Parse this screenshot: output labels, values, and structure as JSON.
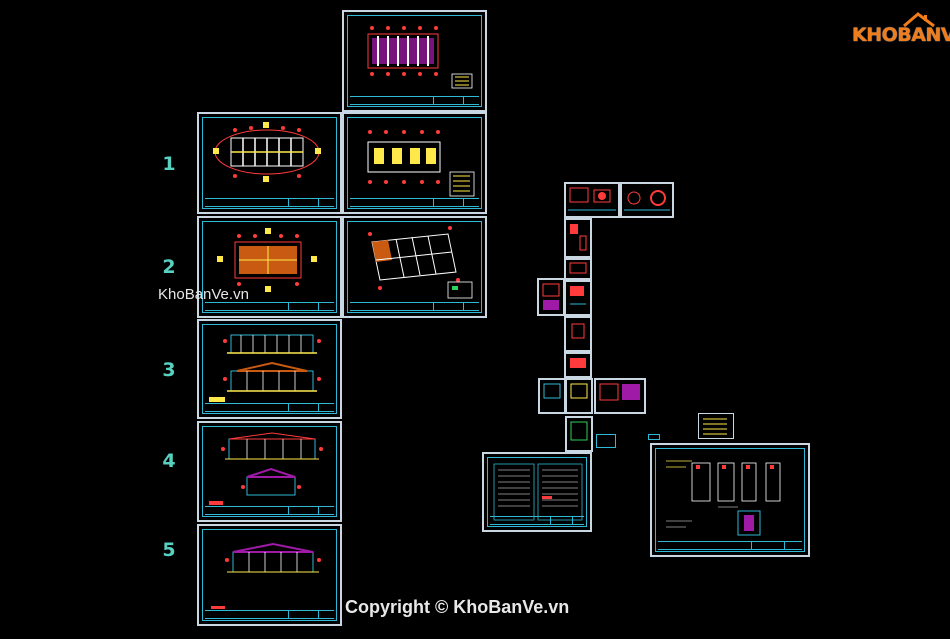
{
  "row_numbers": [
    "1",
    "2",
    "3",
    "4",
    "5"
  ],
  "watermark": "KhoBanVe.vn",
  "copyright": "Copyright © KhoBanVe.vn",
  "logo": {
    "text": "KHOBANVE",
    "icon": "house-roof-icon"
  },
  "colors": {
    "background": "#000000",
    "sheet_border": "#c9d7e3",
    "inner_frame": "#2fb9d6",
    "row_number": "#59d1c0",
    "logo_orange": "#f07d1a"
  }
}
